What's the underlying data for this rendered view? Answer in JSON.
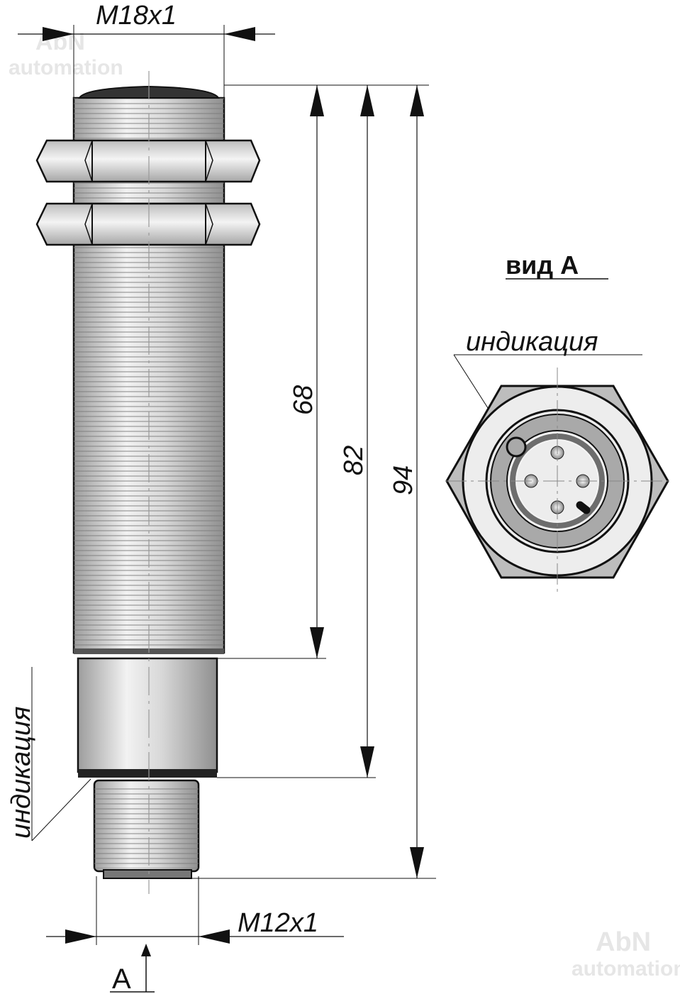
{
  "dimensions": {
    "thread_top": "M18x1",
    "thread_bottom": "M12x1",
    "length_68": "68",
    "length_82": "82",
    "length_94": "94"
  },
  "labels": {
    "view_marker": "A",
    "view_title": "вид А",
    "indication_side": "индикация",
    "indication_end": "индикация"
  },
  "watermark": {
    "line1": "AbN",
    "line2": "automation"
  },
  "colors": {
    "metal": "#c8c8c8",
    "dark_metal": "#9a9a9a",
    "line": "#111111"
  }
}
